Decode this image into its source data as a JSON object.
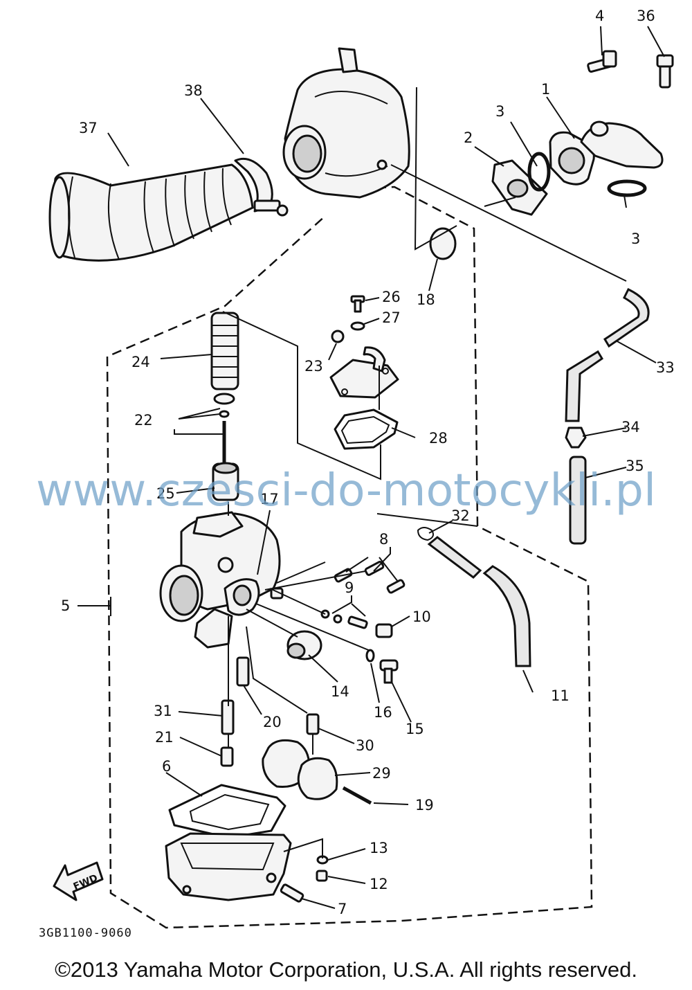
{
  "callouts": {
    "p1": "1",
    "p2": "2",
    "p3a": "3",
    "p3b": "3",
    "p4": "4",
    "p5": "5",
    "p6": "6",
    "p7": "7",
    "p8": "8",
    "p9": "9",
    "p10": "10",
    "p11": "11",
    "p12": "12",
    "p13": "13",
    "p14": "14",
    "p15": "15",
    "p16": "16",
    "p17": "17",
    "p18": "18",
    "p19": "19",
    "p20": "20",
    "p21": "21",
    "p22": "22",
    "p23": "23",
    "p24": "24",
    "p25": "25",
    "p26": "26",
    "p27": "27",
    "p28": "28",
    "p29": "29",
    "p30": "30",
    "p31": "31",
    "p32": "32",
    "p33": "33",
    "p34": "34",
    "p35": "35",
    "p36": "36",
    "p37": "37",
    "p38": "38"
  },
  "fwd_label": "FWD",
  "diagram_code": "3GB1100-9060",
  "watermark": "www.czesci-do-motocykli.pl",
  "copyright": "©2013 Yamaha Motor Corporation, U.S.A. All rights reserved.",
  "icons": [
    "forward-arrow-icon"
  ]
}
